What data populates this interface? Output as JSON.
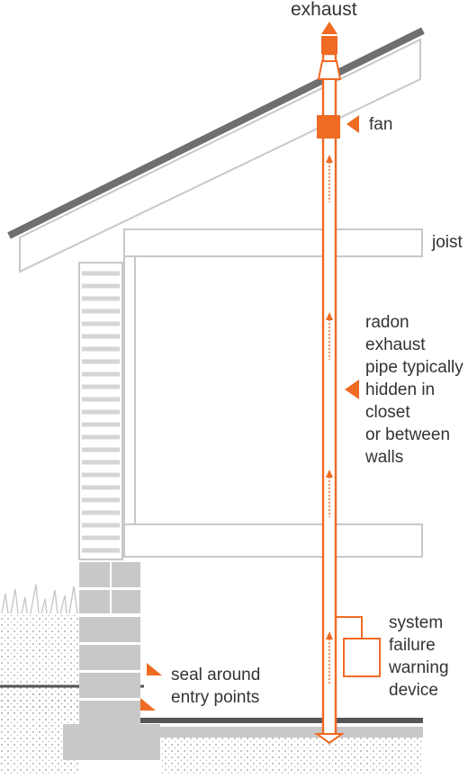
{
  "labels": {
    "exhaust": "exhaust",
    "fan": "fan",
    "joist": "joist",
    "radon_pipe": [
      "radon",
      "exhaust",
      "pipe typically",
      "hidden in",
      "closet",
      "or between",
      "walls"
    ],
    "warning_device": [
      "system",
      "failure",
      "warning",
      "device"
    ],
    "seal": [
      "seal around",
      "entry points"
    ]
  },
  "colors": {
    "accent": "#ef6a23",
    "structure": "#c8c8c8",
    "roof": "#6f6f6f",
    "text": "#333333",
    "ground": "#555555"
  }
}
